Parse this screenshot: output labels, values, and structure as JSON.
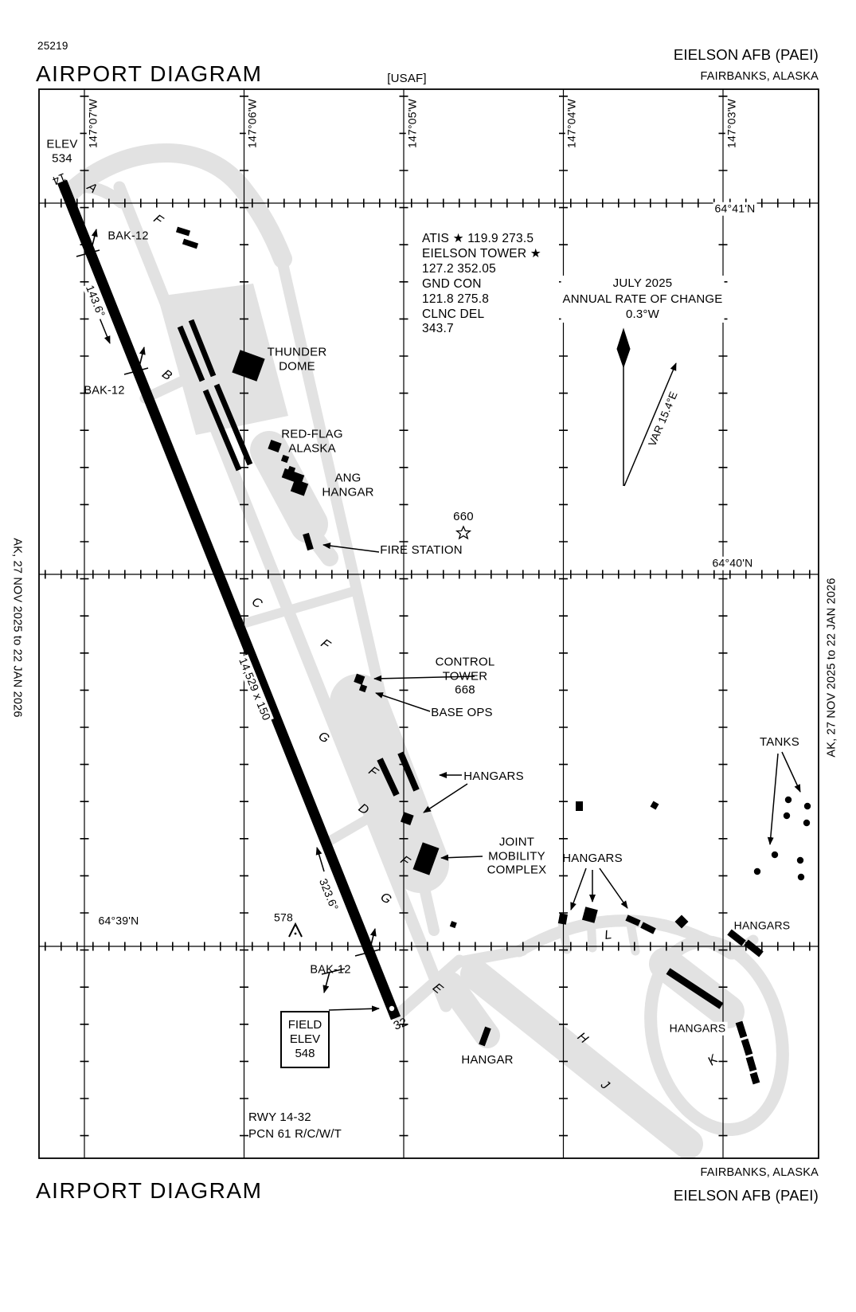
{
  "header": {
    "chart_number": "25219",
    "title": "AIRPORT DIAGRAM",
    "org": "[USAF]",
    "airport": "EIELSON AFB  (PAEI)",
    "city": "FAIRBANKS,  ALASKA"
  },
  "footer": {
    "title": "AIRPORT DIAGRAM",
    "city": "FAIRBANKS,  ALASKA",
    "airport": "EIELSON AFB  (PAEI)"
  },
  "margin_note": "AK,  27 NOV 2025  to  22 JAN 2026",
  "grid": {
    "longitudes": [
      "147°07'W",
      "147°06'W",
      "147°05'W",
      "147°04'W",
      "147°03'W"
    ],
    "latitudes": [
      "64°41'N",
      "64°40'N",
      "64°39'N"
    ]
  },
  "comms": {
    "text": "ATIS ★ 119.9   273.5\nEIELSON TOWER ★\n127.2   352.05\nGND CON\n121.8   275.8\nCLNC DEL\n343.7"
  },
  "magvar": {
    "text": "JULY 2025\nANNUAL RATE OF CHANGE\n0.3°W",
    "var": "VAR 15.4°E"
  },
  "runway": {
    "end14": "14",
    "end32": "32",
    "dims": "14,529 x 150",
    "hdg14": "143.6°",
    "hdg32": "323.6°",
    "elev14": "ELEV\n534",
    "field_elev": "FIELD\nELEV\n548",
    "info": "RWY 14-32\nPCN 61 R/C/W/T"
  },
  "labels": {
    "bak12": "BAK-12",
    "thunder_dome": "THUNDER\nDOME",
    "red_flag": "RED-FLAG\nALASKA",
    "ang_hangar": "ANG\nHANGAR",
    "fire_station": "FIRE STATION",
    "spot660": "660",
    "control_tower": "CONTROL\nTOWER\n668",
    "base_ops": "BASE OPS",
    "hangars": "HANGARS",
    "jmc": "JOINT\nMOBILITY\nCOMPLEX",
    "tanks": "TANKS",
    "hangar": "HANGAR",
    "obstruction578": "578"
  },
  "taxiways": [
    "A",
    "F",
    "B",
    "C",
    "F",
    "G",
    "F",
    "D",
    "F",
    "G",
    "E",
    "L",
    "H",
    "J",
    "K"
  ]
}
